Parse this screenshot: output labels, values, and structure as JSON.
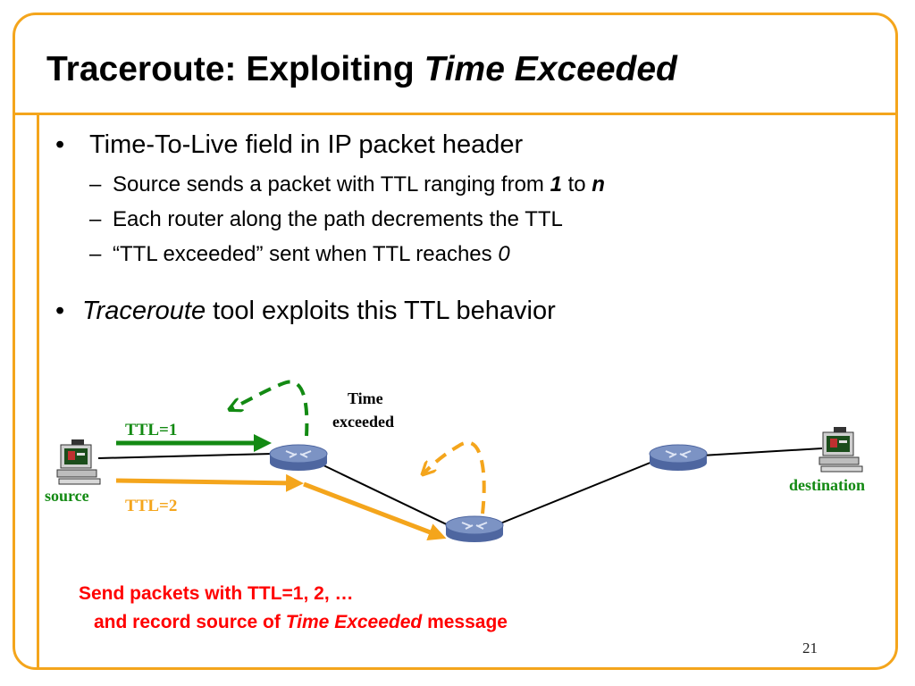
{
  "slide": {
    "title_plain": "Traceroute: Exploiting ",
    "title_italic": "Time Exceeded",
    "page_number": "21"
  },
  "bullets": {
    "b1": "Time-To-Live field in IP packet header",
    "b1_sub1_text": "Source sends a packet with TTL ranging from ",
    "b1_sub1_v1": "1",
    "b1_sub1_mid": " to ",
    "b1_sub1_v2": "n",
    "b1_sub2": "Each router along the path decrements the TTL",
    "b1_sub3_text": "“TTL exceeded” sent when TTL reaches ",
    "b1_sub3_v": "0",
    "b2_italic": "Traceroute",
    "b2_rest": " tool exploits this TTL behavior"
  },
  "diagram": {
    "label_ttl1": "TTL=1",
    "label_ttl2": "TTL=2",
    "label_source": "source",
    "label_destination": "destination",
    "label_time_line1": "Time",
    "label_time_line2": "exceeded",
    "colors": {
      "green": "#138a13",
      "orange": "#f4a51c",
      "router": "#7c93c4",
      "red": "#ff0000"
    }
  },
  "footer": {
    "line1": "Send packets with TTL=1, 2, …",
    "line2_pre": "and record source of ",
    "line2_italic": "Time Exceeded",
    "line2_post": " message"
  }
}
